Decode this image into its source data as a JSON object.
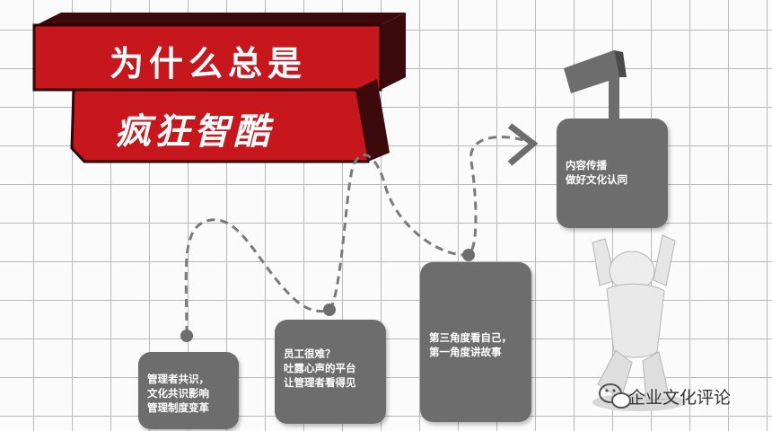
{
  "title": {
    "line1": "为什么总是",
    "line2": "疯狂智酷"
  },
  "boxes": [
    {
      "lines": [
        "管理者共识，",
        "文化共识影响",
        "管理制度变革"
      ]
    },
    {
      "lines": [
        "员工很难？",
        "吐露心声的平台",
        "让管理者看得见"
      ]
    },
    {
      "lines": [
        "第三角度看自己，",
        "第一角度讲故事"
      ]
    },
    {
      "lines": [
        "内容传播",
        "做好文化认同"
      ]
    }
  ],
  "brand": {
    "name": "企业文化评论",
    "icon": "wechat-icon"
  },
  "colors": {
    "title_red": "#c8161d",
    "box_gray": "#6d6d6d",
    "path_gray": "#7a7a7a"
  }
}
